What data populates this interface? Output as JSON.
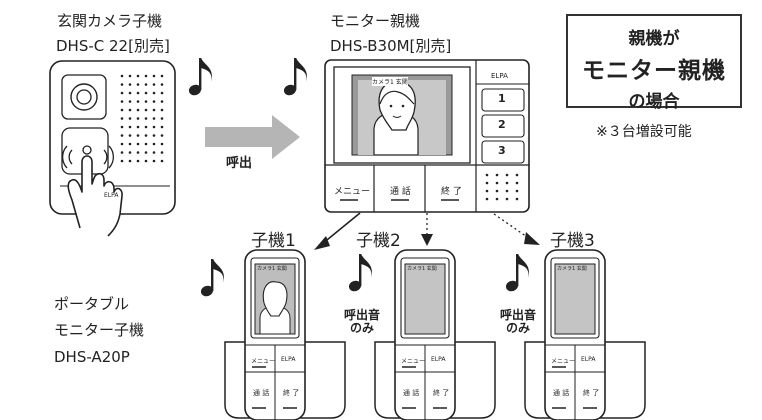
{
  "door_unit": {
    "line1": "玄関カメラ子機",
    "line2": "DHS-C 22[別売]",
    "brand": "ELPA"
  },
  "monitor_unit": {
    "line1": "モニター親機",
    "line2": "DHS-B30M[別売]",
    "brand": "ELPA",
    "side_buttons": [
      "1",
      "2",
      "3"
    ],
    "bottom_buttons": [
      "メニュー",
      "通 話",
      "終 了"
    ],
    "screen_caption": "カメラ1 玄関"
  },
  "call_arrow_label": "呼出",
  "callout": {
    "line1": "親機が",
    "line2": "モニター親機",
    "line3": "の場合",
    "note": "※３台増設可能"
  },
  "handsets": [
    {
      "label": "子機1",
      "note_line1": "",
      "note_line2": "",
      "screen_caption": "カメラ1 玄関"
    },
    {
      "label": "子機2",
      "note_line1": "呼出音",
      "note_line2": "のみ",
      "screen_caption": "カメラ1 玄関"
    },
    {
      "label": "子機3",
      "note_line1": "呼出音",
      "note_line2": "のみ",
      "screen_caption": "カメラ1 玄関"
    }
  ],
  "handset_buttons": {
    "menu": "メニュー",
    "brand": "ELPA",
    "talk": "通 話",
    "end": "終 了"
  },
  "portable": {
    "line1": "ポータブル",
    "line2": "モニター子機",
    "line3": "DHS-A20P"
  },
  "icons": [
    "music-note-icon",
    "arrow-right-icon",
    "arrow-down-icon",
    "hand-pointer-icon",
    "speaker-grille-icon",
    "person-illustration-icon"
  ],
  "colors": {
    "arrow_gray": "#b5b5b5",
    "line": "#222222",
    "screen_gray": "#bdbdbd"
  }
}
